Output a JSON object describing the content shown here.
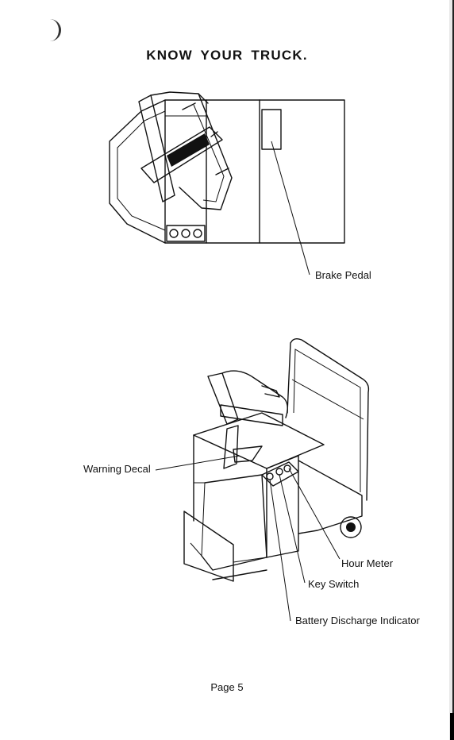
{
  "page": {
    "title": "KNOW YOUR TRUCK.",
    "page_label": "Page 5"
  },
  "figure_top": {
    "callouts": [
      {
        "id": "brake-pedal",
        "label": "Brake Pedal"
      }
    ]
  },
  "figure_bottom": {
    "callouts": [
      {
        "id": "warning-decal",
        "label": "Warning Decal"
      },
      {
        "id": "hour-meter",
        "label": "Hour Meter"
      },
      {
        "id": "key-switch",
        "label": "Key Switch"
      },
      {
        "id": "battery-discharge-indicator",
        "label": "Battery Discharge Indicator"
      }
    ]
  }
}
